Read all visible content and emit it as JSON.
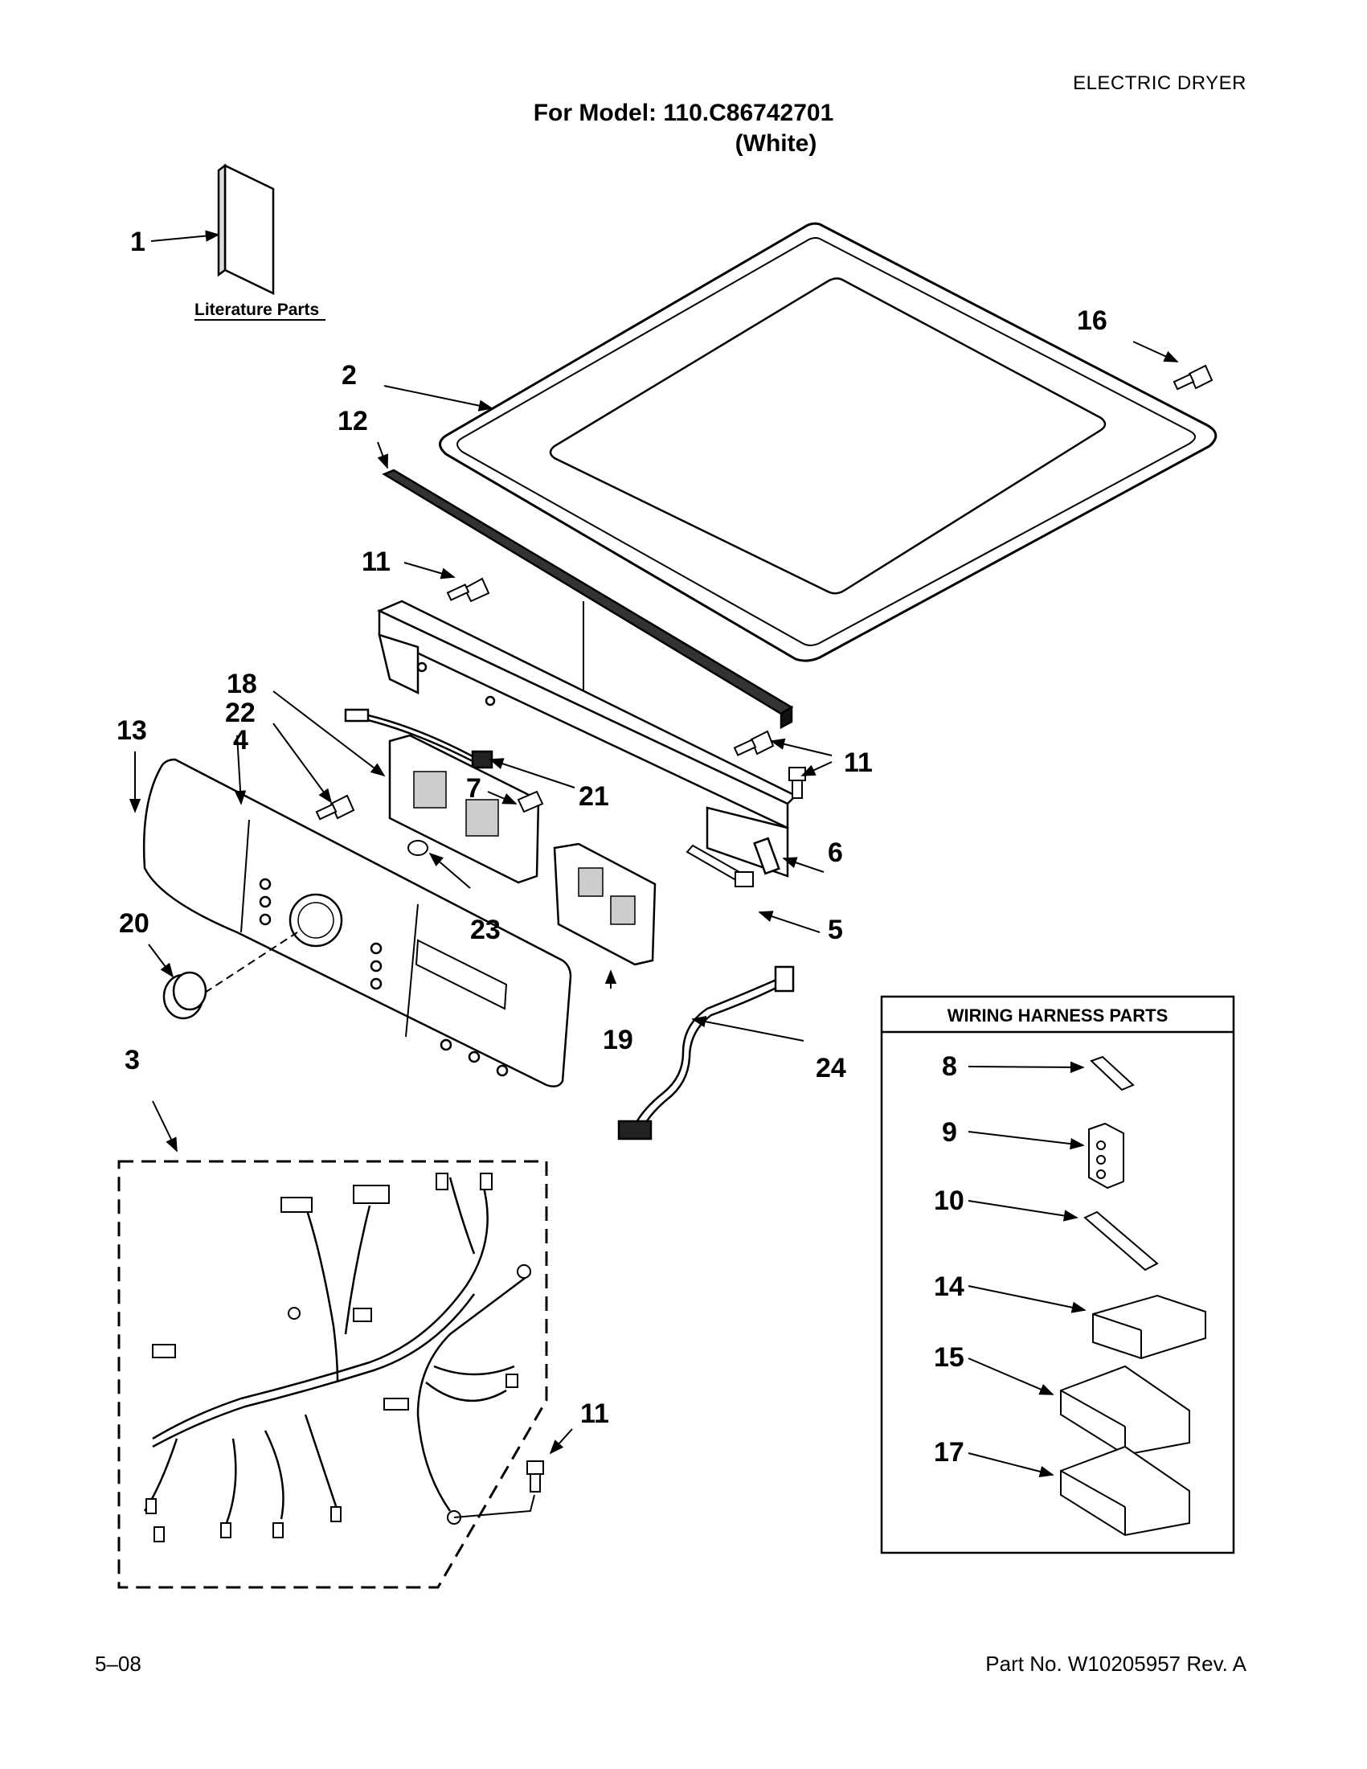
{
  "header": {
    "doc_type": "ELECTRIC DRYER",
    "model_line": "For Model: 110.C86742701",
    "color_line": "(White)"
  },
  "literature": {
    "label": "Literature Parts"
  },
  "wiring_box": {
    "title": "WIRING HARNESS PARTS"
  },
  "callouts": {
    "c1": "1",
    "c2": "2",
    "c3": "3",
    "c4": "4",
    "c5": "5",
    "c6": "6",
    "c7": "7",
    "c8": "8",
    "c9": "9",
    "c10": "10",
    "c11a": "11",
    "c11b": "11",
    "c11c": "11",
    "c12": "12",
    "c13": "13",
    "c14": "14",
    "c15": "15",
    "c16": "16",
    "c17": "17",
    "c18": "18",
    "c19": "19",
    "c20": "20",
    "c21": "21",
    "c22": "22",
    "c23": "23",
    "c24": "24"
  },
  "footer": {
    "date": "5–08",
    "part_no": "Part No. W10205957 Rev. A"
  }
}
